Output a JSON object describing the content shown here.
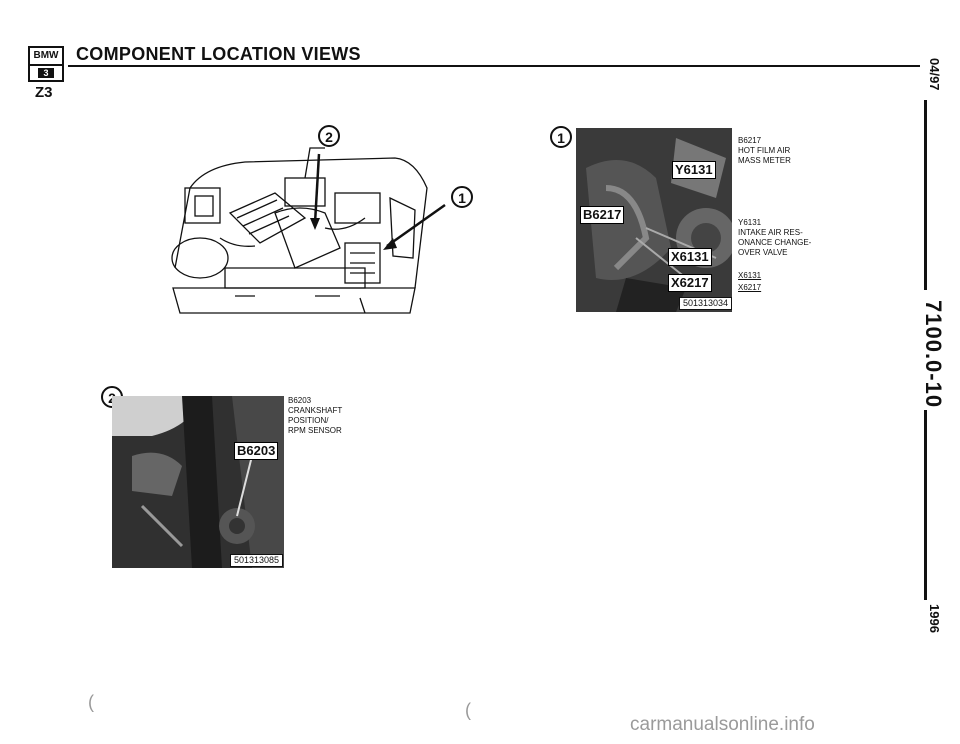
{
  "header": {
    "logo_brand": "BMW",
    "logo_series": "3",
    "title": "COMPONENT LOCATION VIEWS",
    "model": "Z3"
  },
  "margin": {
    "date": "04/97",
    "doc_number": "7100.0-10",
    "year": "1996"
  },
  "engine_figure": {
    "callouts": [
      "2",
      "1"
    ]
  },
  "figure_1": {
    "number": "1",
    "tags": [
      "Y6131",
      "B6217",
      "X6131",
      "X6217"
    ],
    "ref": "501313034",
    "legend": [
      {
        "code": "B6217",
        "desc": [
          "HOT FILM AIR",
          "MASS METER"
        ]
      },
      {
        "code": "Y6131",
        "desc": [
          "INTAKE AIR RES-",
          "ONANCE CHANGE-",
          "OVER VALVE"
        ]
      },
      {
        "code": "X6131",
        "desc": []
      },
      {
        "code": "X6217",
        "desc": []
      }
    ]
  },
  "figure_2": {
    "number": "2",
    "tags": [
      "B6203"
    ],
    "ref": "501313085",
    "legend": [
      {
        "code": "B6203",
        "desc": [
          "CRANKSHAFT",
          "POSITION/",
          "RPM SENSOR"
        ]
      }
    ]
  },
  "footer": {
    "watermark": "carmanualsonline.info"
  },
  "colors": {
    "ink": "#111111",
    "photo_bg": "#2a2a2a",
    "watermark": "#9a9a9a"
  }
}
